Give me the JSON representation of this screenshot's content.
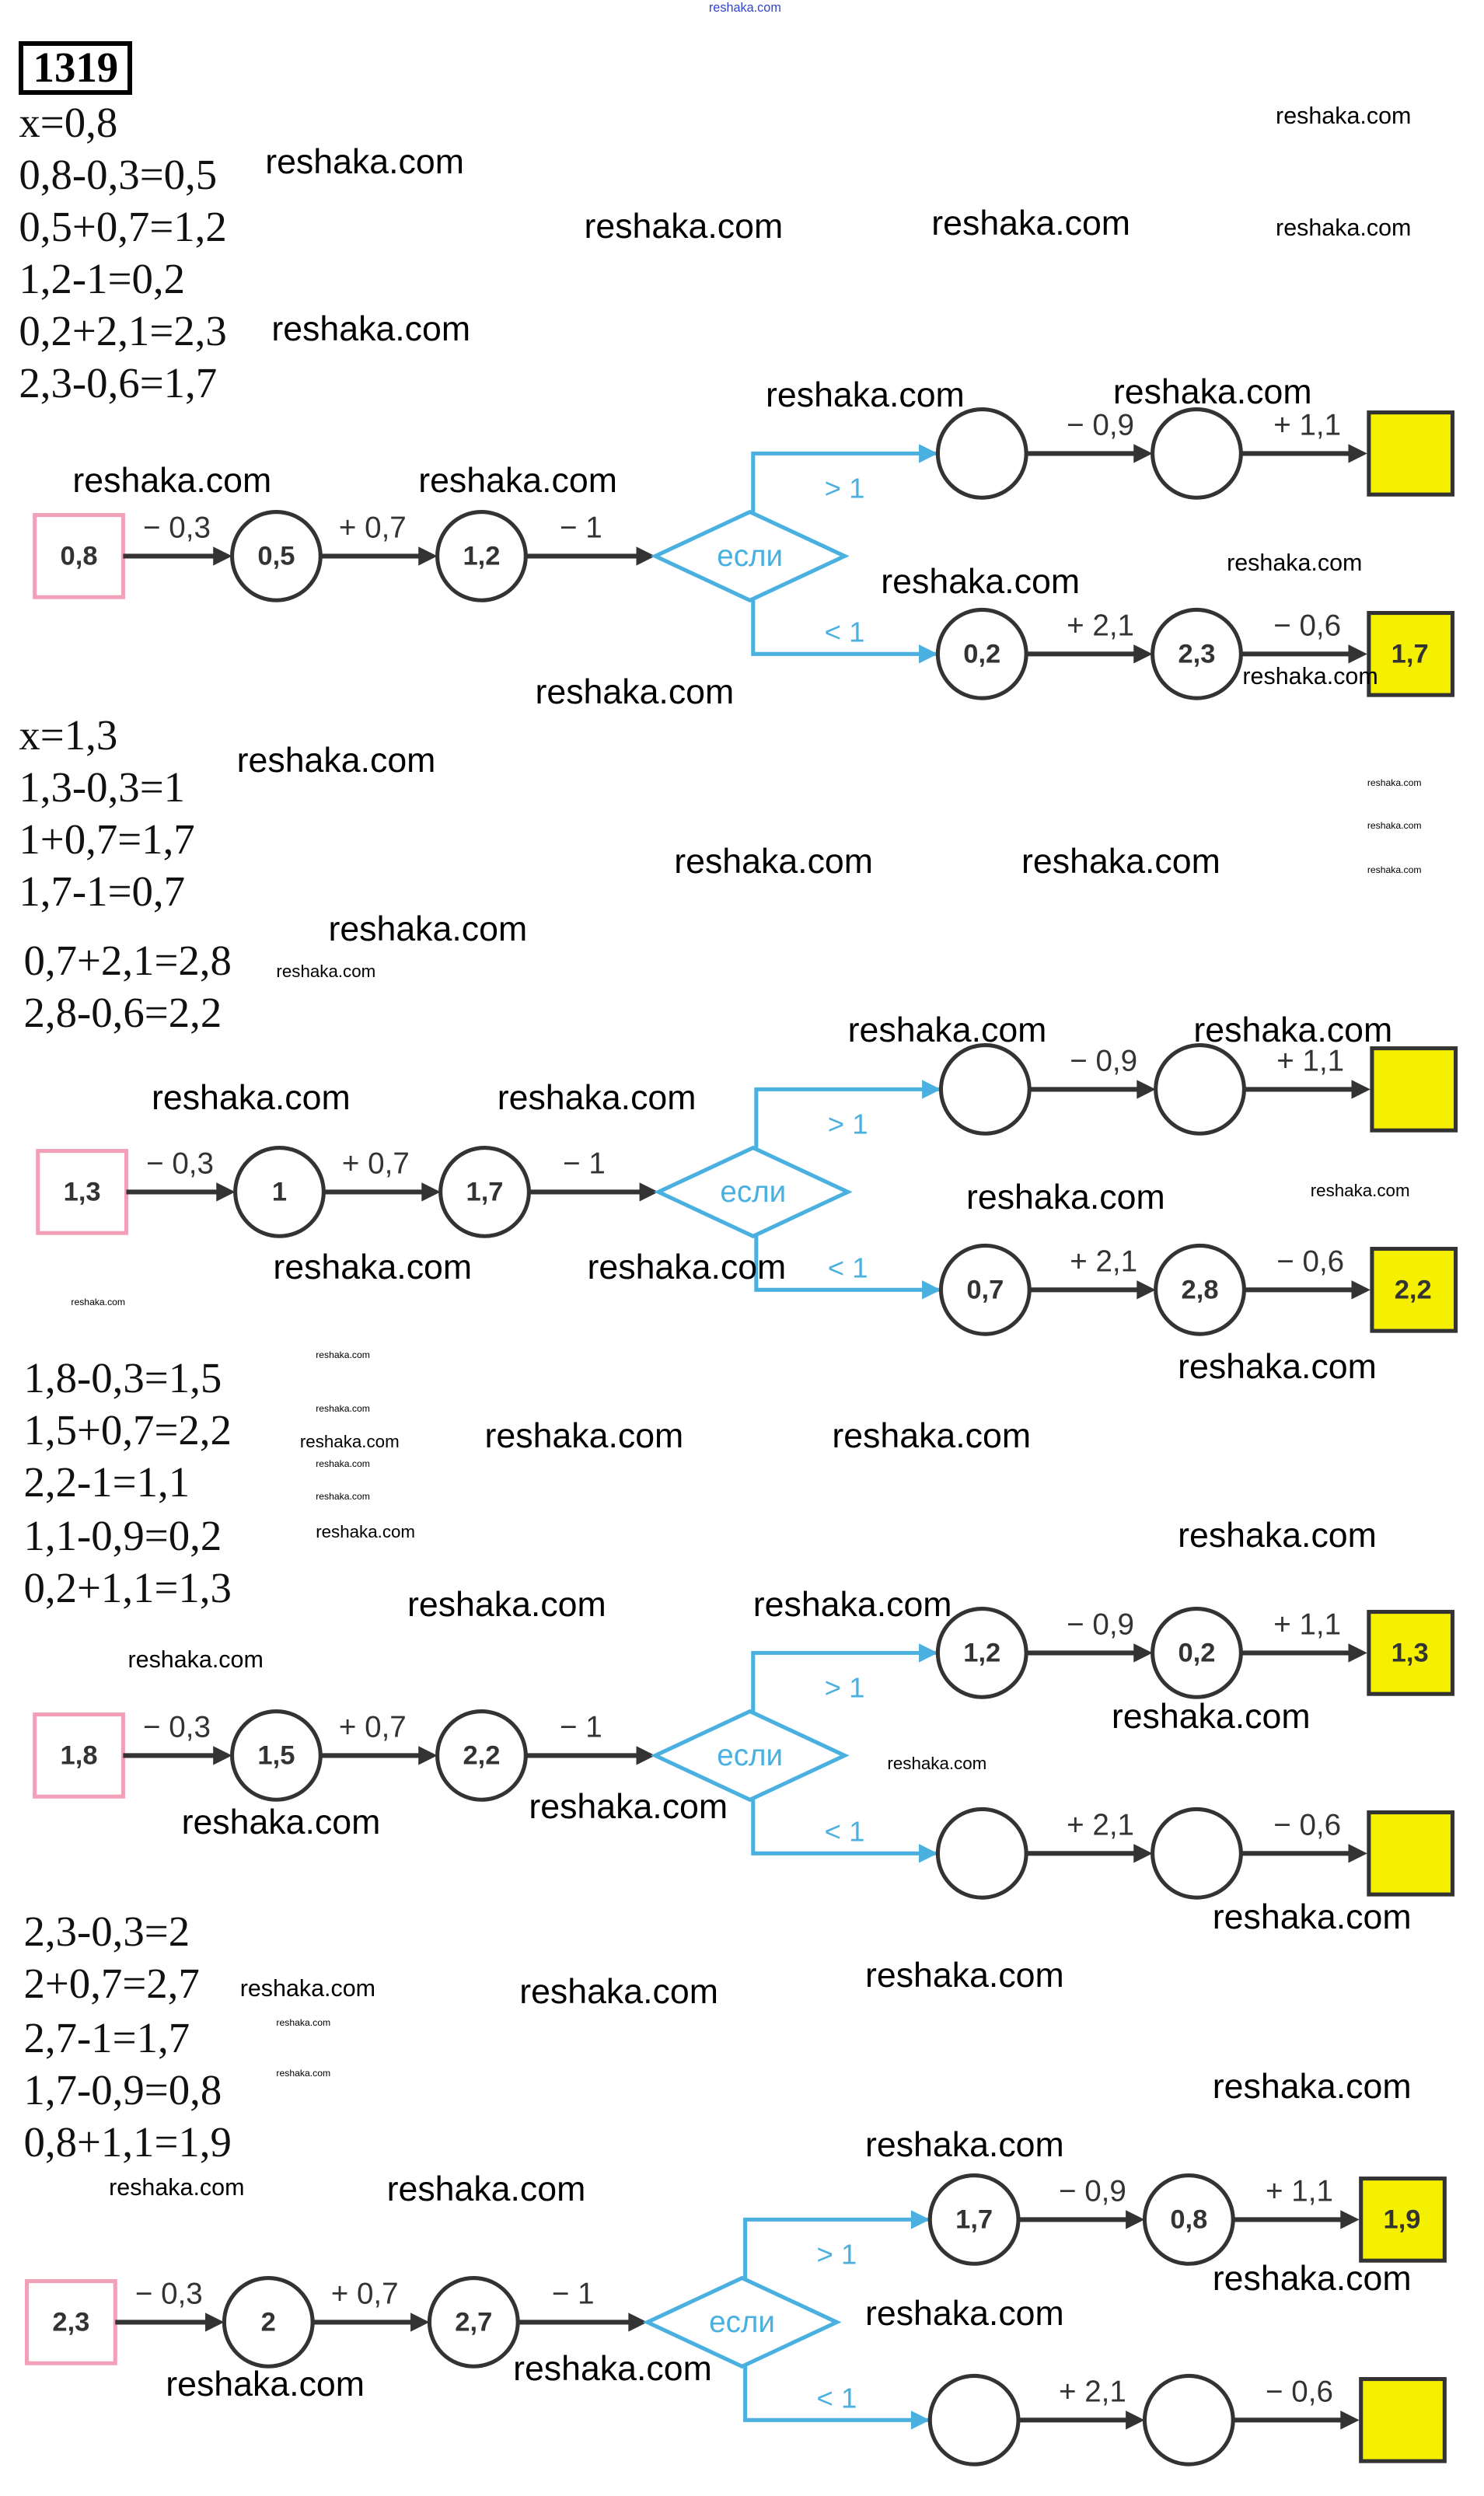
{
  "problem_number": "1319",
  "colors": {
    "start_box": "#f2a0b8",
    "end_box": "#f5f000",
    "branch": "#4ab0e0",
    "arrow": "#333333",
    "watermark_top": "#3344cc"
  },
  "top_watermark": "reshaka.com",
  "watermark": "reshaka.com",
  "solutions": [
    {
      "lines": [
        "x=0,8",
        "0,8-0,3=0,5",
        "0,5+0,7=1,2",
        "1,2-1=0,2",
        "0,2+2,1=2,3",
        "2,3-0,6=1,7"
      ]
    },
    {
      "lines": [
        "x=1,3",
        "1,3-0,3=1",
        "1+0,7=1,7",
        "1,7-1=0,7",
        "0,7+2,1=2,8",
        "2,8-0,6=2,2"
      ]
    },
    {
      "lines": [
        "1,8-0,3=1,5",
        "1,5+0,7=2,2",
        "2,2-1=1,1",
        "1,1-0,9=0,2",
        "0,2+1,1=1,3"
      ]
    },
    {
      "lines": [
        "2,3-0,3=2",
        "2+0,7=2,7",
        "2,7-1=1,7",
        "1,7-0,9=0,8",
        "0,8+1,1=1,9"
      ]
    }
  ],
  "diagram_labels": {
    "ops_main": [
      "− 0,3",
      "+ 0,7",
      "− 1"
    ],
    "decision": "если",
    "cond_upper": "> 1",
    "cond_lower": "< 1",
    "ops_upper": [
      "− 0,9",
      "+ 1,1"
    ],
    "ops_lower": [
      "+ 2,1",
      "− 0,6"
    ]
  },
  "diagrams": [
    {
      "start": "0,8",
      "main": [
        "0,5",
        "1,2"
      ],
      "upper": [
        "",
        ""
      ],
      "upper_result": "",
      "lower": [
        "0,2",
        "2,3"
      ],
      "lower_result": "1,7"
    },
    {
      "start": "1,3",
      "main": [
        "1",
        "1,7"
      ],
      "upper": [
        "",
        ""
      ],
      "upper_result": "",
      "lower": [
        "0,7",
        "2,8"
      ],
      "lower_result": "2,2"
    },
    {
      "start": "1,8",
      "main": [
        "1,5",
        "2,2"
      ],
      "upper": [
        "1,2",
        "0,2"
      ],
      "upper_result": "1,3",
      "lower": [
        "",
        ""
      ],
      "lower_result": ""
    },
    {
      "start": "2,3",
      "main": [
        "2",
        "2,7"
      ],
      "upper": [
        "1,7",
        "0,8"
      ],
      "upper_result": "1,9",
      "lower": [
        "",
        ""
      ],
      "lower_result": ""
    }
  ]
}
